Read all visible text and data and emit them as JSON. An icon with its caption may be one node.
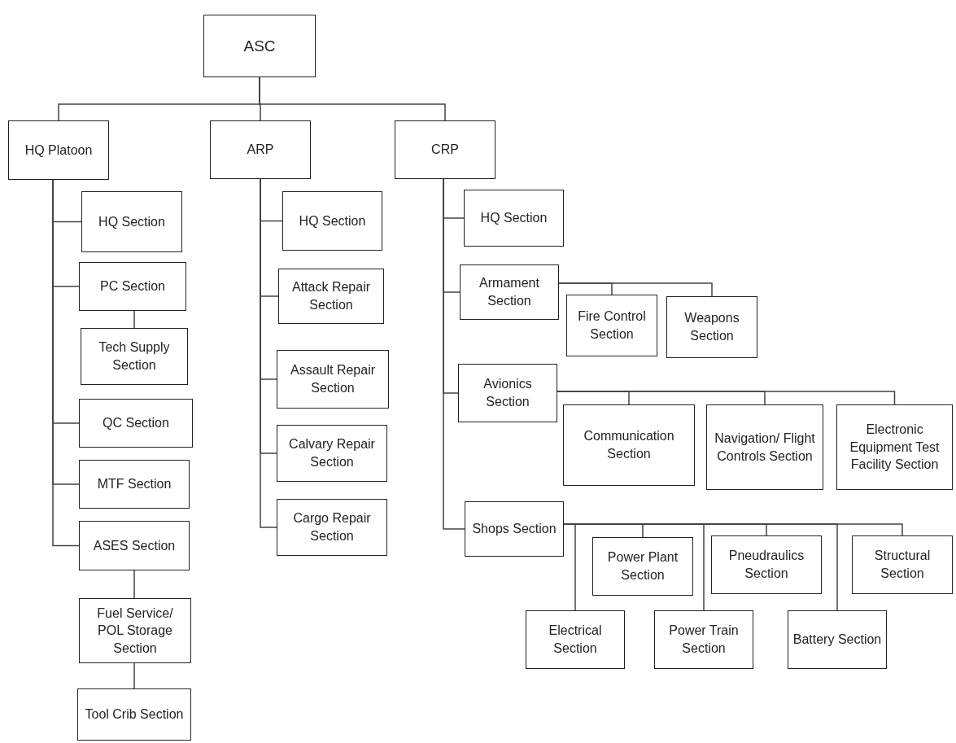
{
  "diagram": {
    "nodes": [
      {
        "text": [
          "ASC"
        ]
      },
      {
        "text": [
          "HQ Platoon"
        ]
      },
      {
        "text": [
          "ARP"
        ]
      },
      {
        "text": [
          "CRP"
        ]
      },
      {
        "text": [
          "HQ Section"
        ]
      },
      {
        "text": [
          "PC Section"
        ]
      },
      {
        "text": [
          "Tech Supply Section"
        ]
      },
      {
        "text": [
          "QC Section"
        ]
      },
      {
        "text": [
          "MTF Section"
        ]
      },
      {
        "text": [
          "ASES Section"
        ]
      },
      {
        "text": [
          "Fuel Service/ POL Storage Section"
        ]
      },
      {
        "text": [
          "Tool Crib Section"
        ]
      },
      {
        "text": [
          "HQ Section"
        ]
      },
      {
        "text": [
          "Attack Repair Section"
        ]
      },
      {
        "text": [
          "Assault Repair Section"
        ]
      },
      {
        "text": [
          "Calvary Repair Section"
        ]
      },
      {
        "text": [
          "Cargo Repair Section"
        ]
      },
      {
        "text": [
          "HQ Section"
        ]
      },
      {
        "text": [
          "Armament Section"
        ]
      },
      {
        "text": [
          "Fire Control Section"
        ]
      },
      {
        "text": [
          "Weapons Section"
        ]
      },
      {
        "text": [
          "Avionics Section"
        ]
      },
      {
        "text": [
          "Communication Section"
        ]
      },
      {
        "text": [
          "Navigation/ Flight Controls Section"
        ]
      },
      {
        "text": [
          "Electronic Equipment Test Facility Section"
        ]
      },
      {
        "text": [
          "Shops Section"
        ]
      },
      {
        "text": [
          "Power Plant Section"
        ]
      },
      {
        "text": [
          "Pneudraulics Section"
        ]
      },
      {
        "text": [
          "Structural Section"
        ]
      },
      {
        "text": [
          "Electrical Section"
        ]
      },
      {
        "text": [
          "Power Train Section"
        ]
      },
      {
        "text": [
          "Battery Section"
        ]
      }
    ],
    "edges": [
      {
        "from": 0,
        "to": 1,
        "arrow": "none"
      },
      {
        "from": 0,
        "to": 2,
        "arrow": "none"
      },
      {
        "from": 0,
        "to": 3,
        "arrow": "none"
      },
      {
        "from": 1,
        "to": 4,
        "arrow": "none"
      },
      {
        "from": 1,
        "to": 5,
        "arrow": "none"
      },
      {
        "from": 5,
        "to": 6,
        "arrow": "none"
      },
      {
        "from": 1,
        "to": 7,
        "arrow": "none"
      },
      {
        "from": 1,
        "to": 8,
        "arrow": "none"
      },
      {
        "from": 1,
        "to": 9,
        "arrow": "none"
      },
      {
        "from": 9,
        "to": 10,
        "arrow": "none"
      },
      {
        "from": 10,
        "to": 11,
        "arrow": "none"
      },
      {
        "from": 2,
        "to": 12,
        "arrow": "none"
      },
      {
        "from": 2,
        "to": 13,
        "arrow": "none"
      },
      {
        "from": 2,
        "to": 14,
        "arrow": "none"
      },
      {
        "from": 2,
        "to": 15,
        "arrow": "none"
      },
      {
        "from": 2,
        "to": 16,
        "arrow": "none"
      },
      {
        "from": 3,
        "to": 17,
        "arrow": "none"
      },
      {
        "from": 3,
        "to": 18,
        "arrow": "none"
      },
      {
        "from": 18,
        "to": 19,
        "arrow": "none"
      },
      {
        "from": 18,
        "to": 20,
        "arrow": "none"
      },
      {
        "from": 3,
        "to": 21,
        "arrow": "none"
      },
      {
        "from": 21,
        "to": 22,
        "arrow": "none"
      },
      {
        "from": 21,
        "to": 23,
        "arrow": "none"
      },
      {
        "from": 21,
        "to": 24,
        "arrow": "none"
      },
      {
        "from": 3,
        "to": 25,
        "arrow": "none"
      },
      {
        "from": 25,
        "to": 26,
        "arrow": "none"
      },
      {
        "from": 25,
        "to": 27,
        "arrow": "none"
      },
      {
        "from": 25,
        "to": 28,
        "arrow": "none"
      },
      {
        "from": 25,
        "to": 29,
        "arrow": "none"
      },
      {
        "from": 25,
        "to": 30,
        "arrow": "none"
      },
      {
        "from": 25,
        "to": 31,
        "arrow": "none"
      }
    ]
  }
}
